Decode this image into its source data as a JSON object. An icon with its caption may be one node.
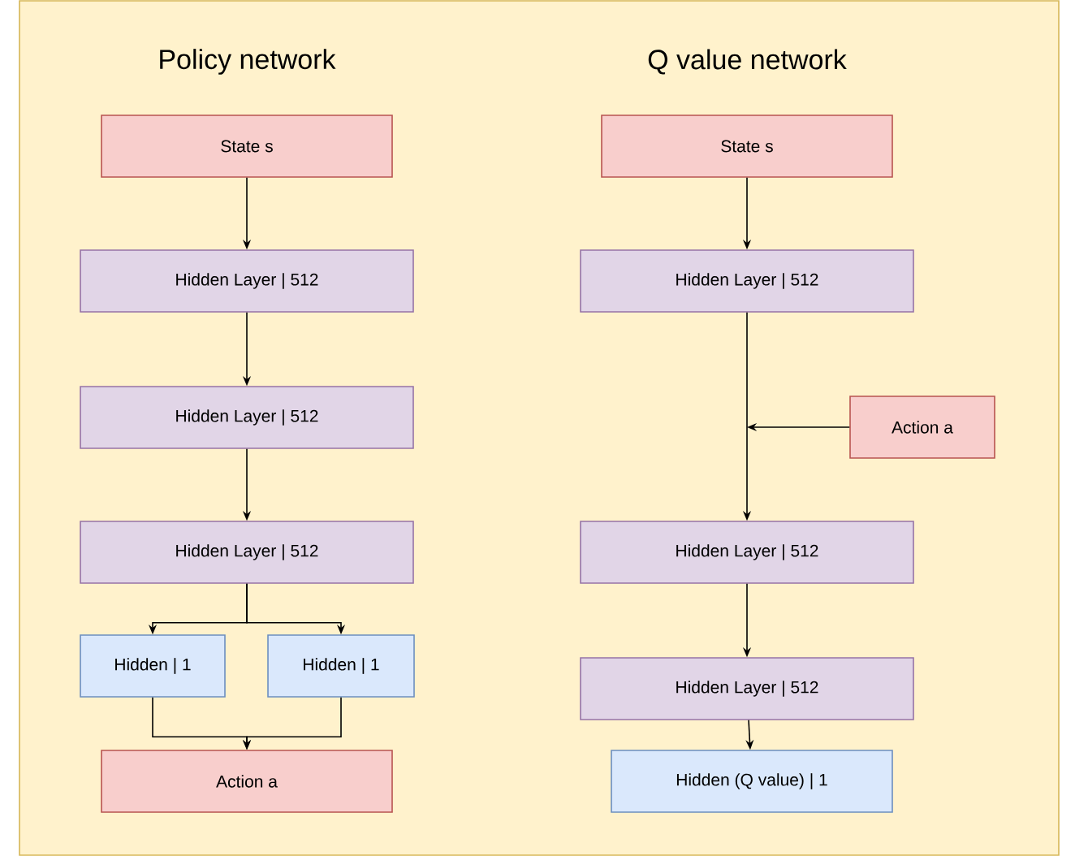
{
  "diagram": {
    "nodes": [
      {
        "text": [
          "State s"
        ]
      },
      {
        "text": [
          "Hidden Layer | 512"
        ]
      },
      {
        "text": [
          "Hidden Layer | 512"
        ]
      },
      {
        "text": [
          "Hidden Layer | 512"
        ]
      },
      {
        "text": [
          "Hidden | 1"
        ]
      },
      {
        "text": [
          "Hidden | 1"
        ]
      },
      {
        "text": [
          "Action a"
        ]
      },
      {
        "text": [
          "State s"
        ]
      },
      {
        "text": [
          "Hidden Layer | 512"
        ]
      },
      {
        "text": [
          "Action a"
        ]
      },
      {
        "text": [
          "Hidden Layer | 512"
        ]
      },
      {
        "text": [
          "Hidden Layer | 512"
        ]
      },
      {
        "text": [
          "Hidden (Q value) | 1"
        ]
      }
    ],
    "edges": [
      {
        "from": 0,
        "to": 1,
        "arrow": "to"
      },
      {
        "from": 1,
        "to": 2,
        "arrow": "to"
      },
      {
        "from": 2,
        "to": 3,
        "arrow": "to"
      },
      {
        "from": 3,
        "to": 4,
        "arrow": "to"
      },
      {
        "from": 3,
        "to": 5,
        "arrow": "to"
      },
      {
        "from": 4,
        "to": 6,
        "arrow": "to"
      },
      {
        "from": 5,
        "to": 6,
        "arrow": "to"
      },
      {
        "from": 7,
        "to": 8,
        "arrow": "to"
      },
      {
        "from": 8,
        "to": 10,
        "arrow": "to"
      },
      {
        "from": 9,
        "to": null,
        "arrow": "to"
      },
      {
        "from": 10,
        "to": 11,
        "arrow": "to"
      },
      {
        "from": 11,
        "to": 12,
        "arrow": "to"
      }
    ],
    "labels": [
      "Policy network",
      "Q value network"
    ]
  }
}
